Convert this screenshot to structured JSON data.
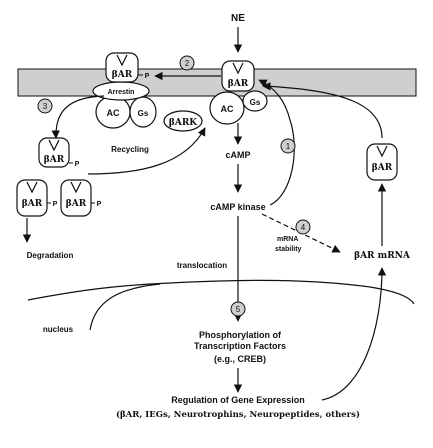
{
  "colors": {
    "membrane_fill": "#cfcfcf",
    "stroke": "#111111",
    "step_circle_fill": "#cfcfcf",
    "background": "#ffffff"
  },
  "labels": {
    "ne": "NE",
    "bar": "βAR",
    "p": "P",
    "arrestin": "Arrestin",
    "ac": "AC",
    "gs": "Gs",
    "bark": "βARK",
    "recycling": "Recycling",
    "degradation": "Degradation",
    "camp": "cAMP",
    "camp_kinase": "cAMP kinase",
    "mrna_stability_line1": "mRNA",
    "mrna_stability_line2": "stability",
    "bar_mrna": "βAR mRNA",
    "translocation": "translocation",
    "nucleus": "nucleus",
    "phosphorylation_line1": "Phosphorylation of",
    "phosphorylation_line2": "Transcription Factors",
    "phosphorylation_line3": "(e.g., CREB)",
    "regulation_line1": "Regulation of Gene Expression",
    "regulation_line2": "(βAR, IEGs, Neurotrophins, Neuropeptides, others)"
  },
  "steps": [
    "1",
    "2",
    "3",
    "4",
    "5"
  ]
}
